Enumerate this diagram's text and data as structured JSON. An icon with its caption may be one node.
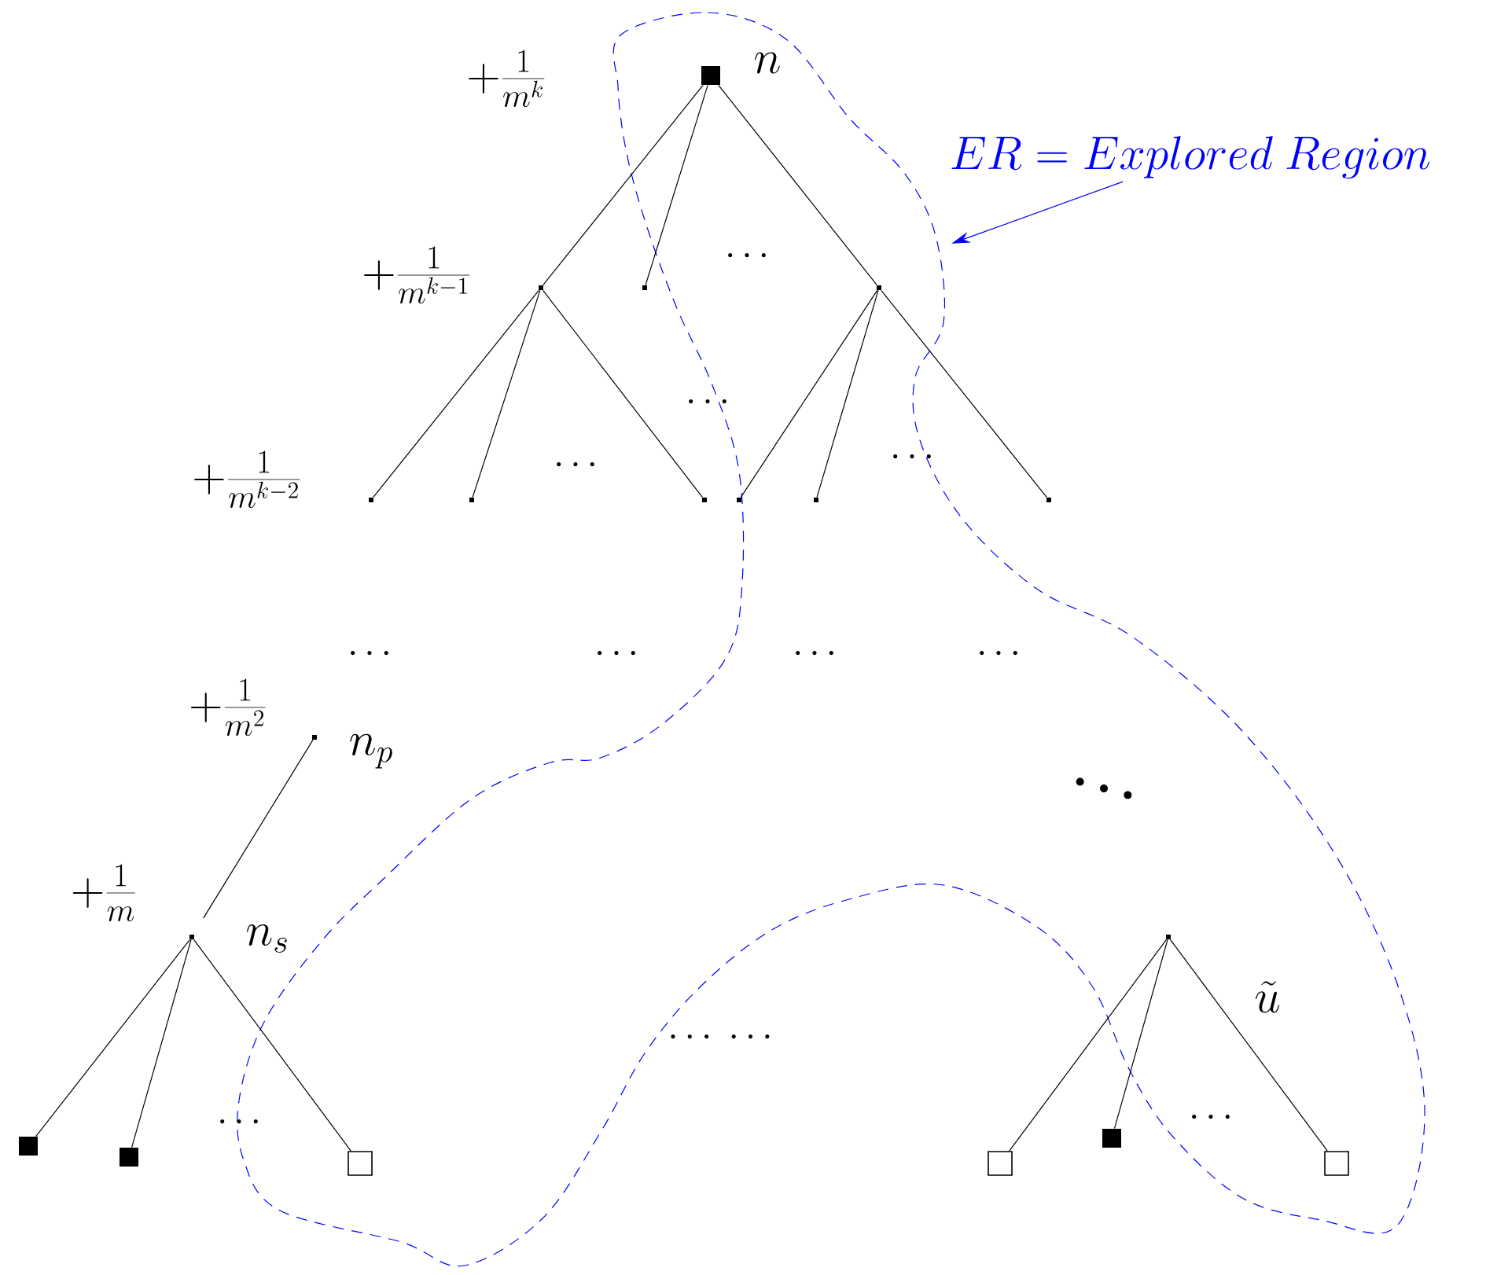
{
  "diagram": {
    "nodes": [
      {
        "text": [],
        "shape": "block",
        "beside": [
          "n"
        ]
      },
      {
        "text": [],
        "shape": "dot"
      },
      {
        "text": [],
        "shape": "dot"
      },
      {
        "text": [],
        "shape": "dot"
      },
      {
        "text": [],
        "shape": "dot"
      },
      {
        "text": [],
        "shape": "dot"
      },
      {
        "text": [],
        "shape": "dot"
      },
      {
        "text": [],
        "shape": "dot"
      },
      {
        "text": [],
        "shape": "dot"
      },
      {
        "text": [],
        "shape": "dot"
      },
      {
        "text": [],
        "shape": "dot",
        "beside": [
          "n_{p}"
        ]
      },
      {
        "text": [],
        "shape": "dot",
        "beside": [
          "n_{s}"
        ]
      },
      {
        "text": [],
        "shape": "block"
      },
      {
        "text": [],
        "shape": "block"
      },
      {
        "text": [],
        "shape": "box"
      },
      {
        "text": [],
        "shape": "dot"
      },
      {
        "text": [],
        "shape": "box"
      },
      {
        "text": [],
        "shape": "block"
      },
      {
        "text": [],
        "shape": "box"
      },
      {
        "text": [
          "ER = Explored\\ Region"
        ]
      }
    ],
    "edges": [
      {
        "from": 0,
        "to": 1,
        "arrow": "none"
      },
      {
        "from": 0,
        "to": 2,
        "arrow": "none"
      },
      {
        "from": 0,
        "to": 3,
        "arrow": "none"
      },
      {
        "from": 1,
        "to": 4,
        "arrow": "none"
      },
      {
        "from": 1,
        "to": 5,
        "arrow": "none"
      },
      {
        "from": 1,
        "to": 6,
        "arrow": "none"
      },
      {
        "from": 3,
        "to": 7,
        "arrow": "none"
      },
      {
        "from": 3,
        "to": 8,
        "arrow": "none"
      },
      {
        "from": 3,
        "to": 9,
        "arrow": "none"
      },
      {
        "from": 10,
        "to": 11,
        "arrow": "none"
      },
      {
        "from": 11,
        "to": 12,
        "arrow": "none"
      },
      {
        "from": 11,
        "to": 13,
        "arrow": "none"
      },
      {
        "from": 11,
        "to": 14,
        "arrow": "none"
      },
      {
        "from": 15,
        "to": 16,
        "arrow": "none"
      },
      {
        "from": 15,
        "to": 17,
        "arrow": "none"
      },
      {
        "from": 15,
        "to": 18,
        "arrow": "none"
      },
      {
        "from": 19,
        "to": null,
        "arrow": "to",
        "color": "#0000ff"
      }
    ],
    "labels": [
      "+\\frac{1}{m^{k}}",
      "\\cdots",
      "+\\frac{1}{m^{k-1}}",
      "\\cdots",
      "+\\frac{1}{m^{k-2}}",
      "\\cdots",
      "\\cdots",
      "\\cdots",
      "\\cdots",
      "\\cdots",
      "\\cdots",
      "+\\frac{1}{m^{2}}",
      "\\ddots",
      "+\\frac{1}{m}",
      "\\tilde{u}",
      "\\cdots\\;\\cdots",
      "\\cdots",
      "\\cdots"
    ]
  }
}
